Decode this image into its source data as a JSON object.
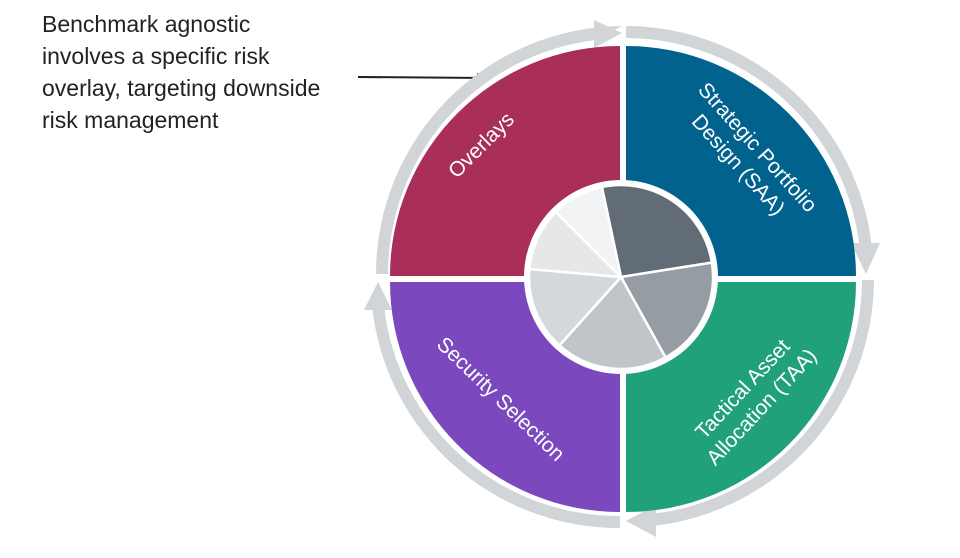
{
  "callout": {
    "lines": [
      "Benchmark agnostic",
      "involves a specific risk",
      "overlay, targeting downside",
      "risk management"
    ]
  },
  "segments": {
    "overlays": {
      "label": "Overlays",
      "color": "#A92F5A"
    },
    "saa": {
      "lines": [
        "Strategic Portfolio",
        "Design (SAA)"
      ],
      "color": "#02628E"
    },
    "taa": {
      "lines": [
        "Tactical Asset",
        "Allocation (TAA)"
      ],
      "color": "#21A07C"
    },
    "security": {
      "label": "Security Selection",
      "color": "#7B48BD"
    }
  },
  "colors": {
    "ring": "#D2D5D8",
    "pie_slices": [
      "#616C76",
      "#959CA3",
      "#C1C5C9",
      "#D5D8DB",
      "#E5E7E9",
      "#F2F3F4"
    ]
  }
}
